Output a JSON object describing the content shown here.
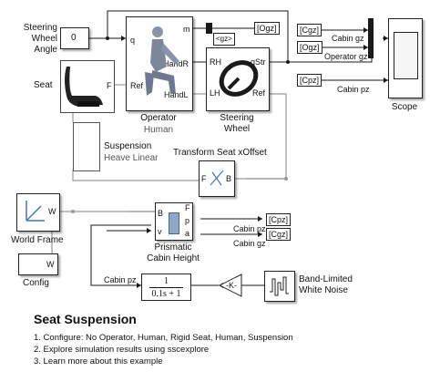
{
  "blocks": {
    "steering_input": {
      "label": "Steering\nWheel\nAngle",
      "value": "0"
    },
    "seat": {
      "label": "Seat",
      "port": "F"
    },
    "operator": {
      "label": "Operator",
      "sublabel": "Human",
      "port_q": "q",
      "port_m": "m",
      "port_handr": "HandR",
      "port_handl": "HandL",
      "port_ref": "Ref"
    },
    "steering_wheel": {
      "label": "Steering\nWheel",
      "port_rh": "RH",
      "port_lh": "LH",
      "port_qstr": "qStr",
      "port_ref": "Ref"
    },
    "suspension": {
      "label": "Suspension",
      "sublabel": "Heave Linear"
    },
    "transform": {
      "label": "Transform Seat xOffset",
      "port_b": "B",
      "port_f": "F"
    },
    "world_frame": {
      "label": "World Frame",
      "port": "W"
    },
    "config": {
      "label": "Config",
      "port": "W"
    },
    "prismatic": {
      "label": "Prismatic\nCabin Height",
      "port_b": "B",
      "port_f": "F",
      "port_p": "p",
      "port_v": "v",
      "port_a": "a"
    },
    "transfer_fcn": {
      "numerator": "1",
      "denominator": "0.1s + 1"
    },
    "gain": {
      "label": "-K-"
    },
    "noise": {
      "label": "Band-Limited\nWhite Noise"
    },
    "scope": {
      "label": "Scope"
    }
  },
  "tags": {
    "gz_from": "<gz>",
    "ogz_goto": "[Ogz]",
    "cgz_from": "[Cgz]",
    "ogz_from": "[Ogz]",
    "cpz_from": "[Cpz]",
    "cpz_goto": "[Cpz]",
    "cgz_goto": "[Cgz]"
  },
  "signal_labels": {
    "cabin_gz_top": "Cabin gz",
    "operator_gz": "Operator gz",
    "cabin_pz_top": "Cabin pz",
    "cabin_pz_mid": "Cabin pz",
    "cabin_gz_mid": "Cabin gz",
    "cabin_pz_bottom": "Cabin pz"
  },
  "description": {
    "title": "Seat Suspension",
    "items": [
      "1. Configure: No Operator, Human, Rigid Seat, Human, Suspension",
      "2. Explore simulation results using sscexplore",
      "3. Learn more about this example"
    ]
  },
  "colors": {
    "wire": "#1a1a1a",
    "phys_wire": "#9a9a9a",
    "spring": "#8b1a1a",
    "noise_lbl": "#222"
  }
}
